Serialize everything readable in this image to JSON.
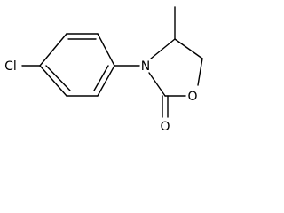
{
  "molecule": {
    "atoms": {
      "cl": "Cl",
      "n": "N",
      "o_ring": "O",
      "o_carbonyl": "O"
    }
  },
  "colors": {
    "bond": "#000000",
    "text": "#000000",
    "background": "#ffffff"
  }
}
